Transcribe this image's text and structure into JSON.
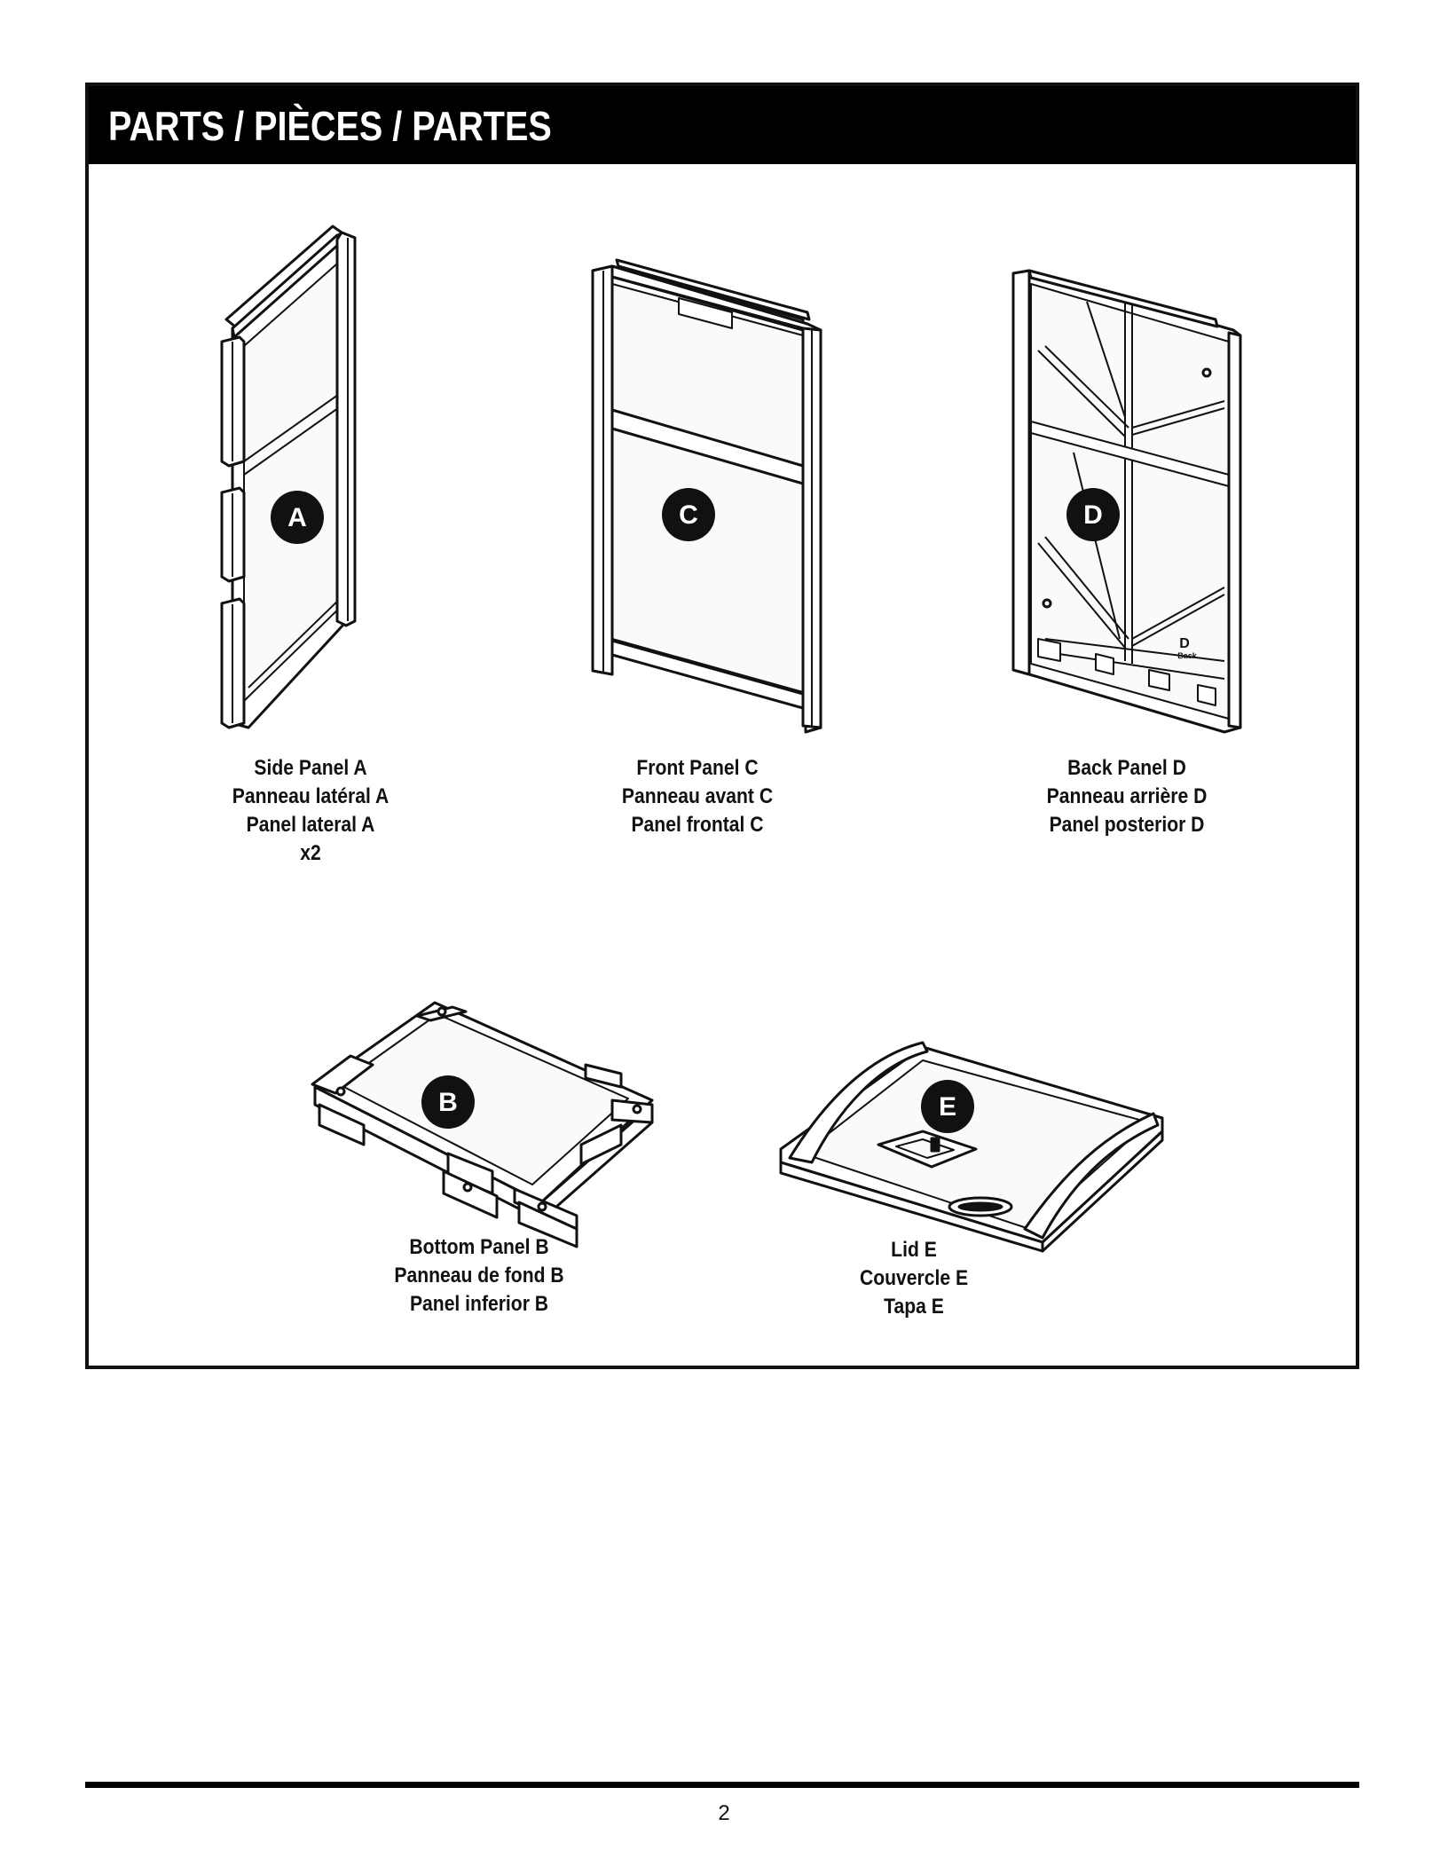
{
  "section": {
    "title": "PARTS / PIÈCES / PARTES"
  },
  "parts": {
    "a": {
      "letter": "A",
      "lines": [
        "Side Panel A",
        "Panneau latéral A",
        "Panel lateral A",
        "x2"
      ]
    },
    "c": {
      "letter": "C",
      "lines": [
        "Front Panel C",
        "Panneau avant C",
        "Panel frontal C"
      ]
    },
    "d": {
      "letter": "D",
      "lines": [
        "Back Panel D",
        "Panneau arrière D",
        "Panel posterior D"
      ],
      "mark_letter": "D",
      "mark_text": "Back"
    },
    "b": {
      "letter": "B",
      "lines": [
        "Bottom Panel B",
        "Panneau de fond B",
        "Panel inferior B"
      ]
    },
    "e": {
      "letter": "E",
      "lines": [
        "Lid E",
        "Couvercle E",
        "Tapa E"
      ]
    }
  },
  "footer": {
    "page_number": "2"
  }
}
